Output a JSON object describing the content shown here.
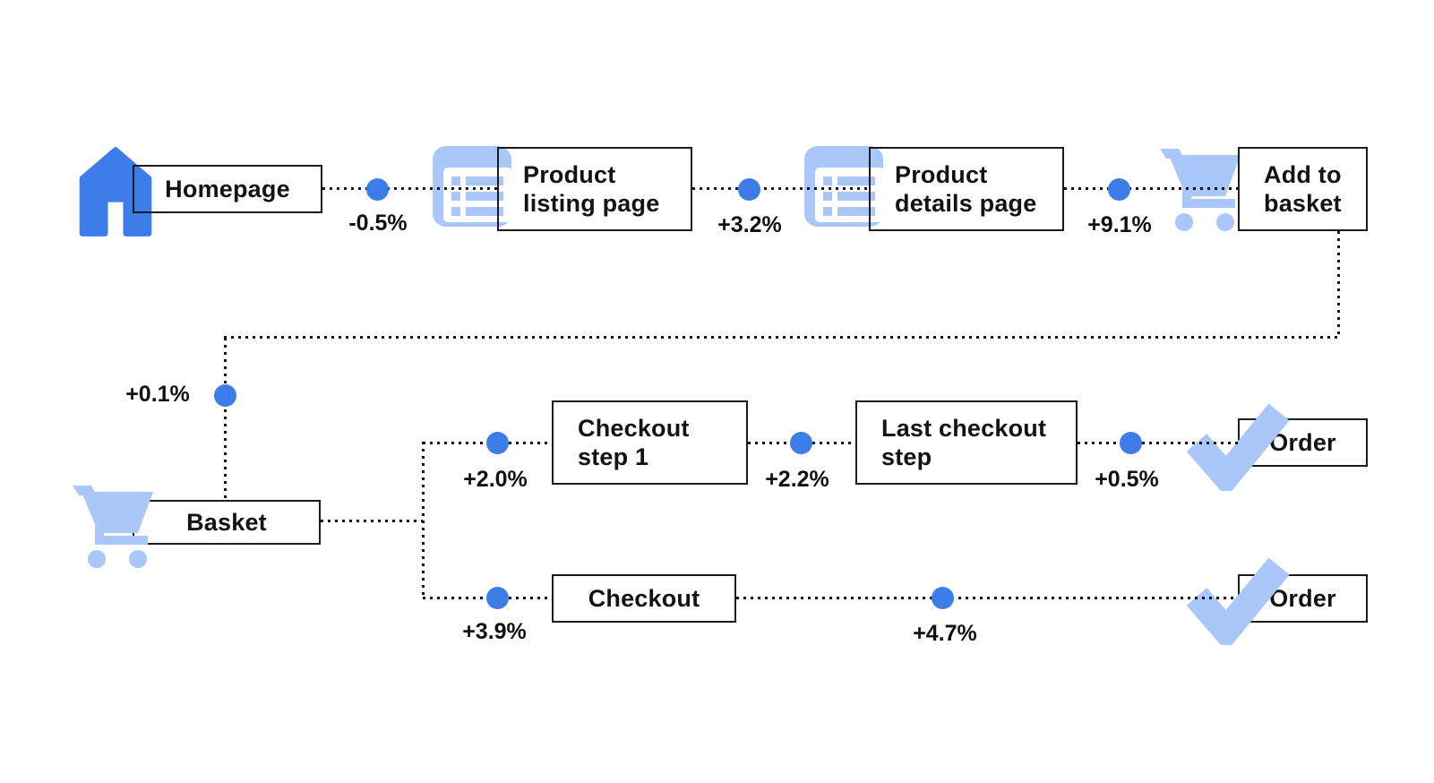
{
  "colors": {
    "blue": "#3D7DE9",
    "light_blue": "#A9C7F9",
    "line_black": "#141414"
  },
  "nodes": {
    "homepage": {
      "label": "Homepage",
      "icon": "home-icon"
    },
    "product_listing": {
      "lines": [
        "Product",
        "listing page"
      ],
      "icon": "product-listing-icon"
    },
    "product_details": {
      "lines": [
        "Product",
        "details page"
      ],
      "icon": "product-details-icon"
    },
    "add_to_basket": {
      "lines": [
        "Add to",
        "basket"
      ],
      "icon": "cart-icon"
    },
    "basket": {
      "label": "Basket",
      "icon": "cart-icon"
    },
    "checkout_step_1": {
      "lines": [
        "Checkout",
        "step 1"
      ]
    },
    "last_checkout_step": {
      "lines": [
        "Last checkout",
        "step"
      ]
    },
    "order_top": {
      "label": "Order",
      "icon": "checkmark-icon"
    },
    "checkout": {
      "label": "Checkout"
    },
    "order_bottom": {
      "label": "Order",
      "icon": "checkmark-icon"
    }
  },
  "edges": {
    "homepage_to_listing": {
      "delta": "-0.5%"
    },
    "listing_to_details": {
      "delta": "+3.2%"
    },
    "details_to_add_to_basket": {
      "delta": "+9.1%"
    },
    "add_to_basket_to_basket": {
      "delta": "+0.1%"
    },
    "basket_to_checkout_step_1": {
      "delta": "+2.0%"
    },
    "checkout_step_1_to_last_checkout": {
      "delta": "+2.2%"
    },
    "last_checkout_to_order": {
      "delta": "+0.5%"
    },
    "basket_to_checkout": {
      "delta": "+3.9%"
    },
    "checkout_to_order": {
      "delta": "+4.7%"
    }
  }
}
